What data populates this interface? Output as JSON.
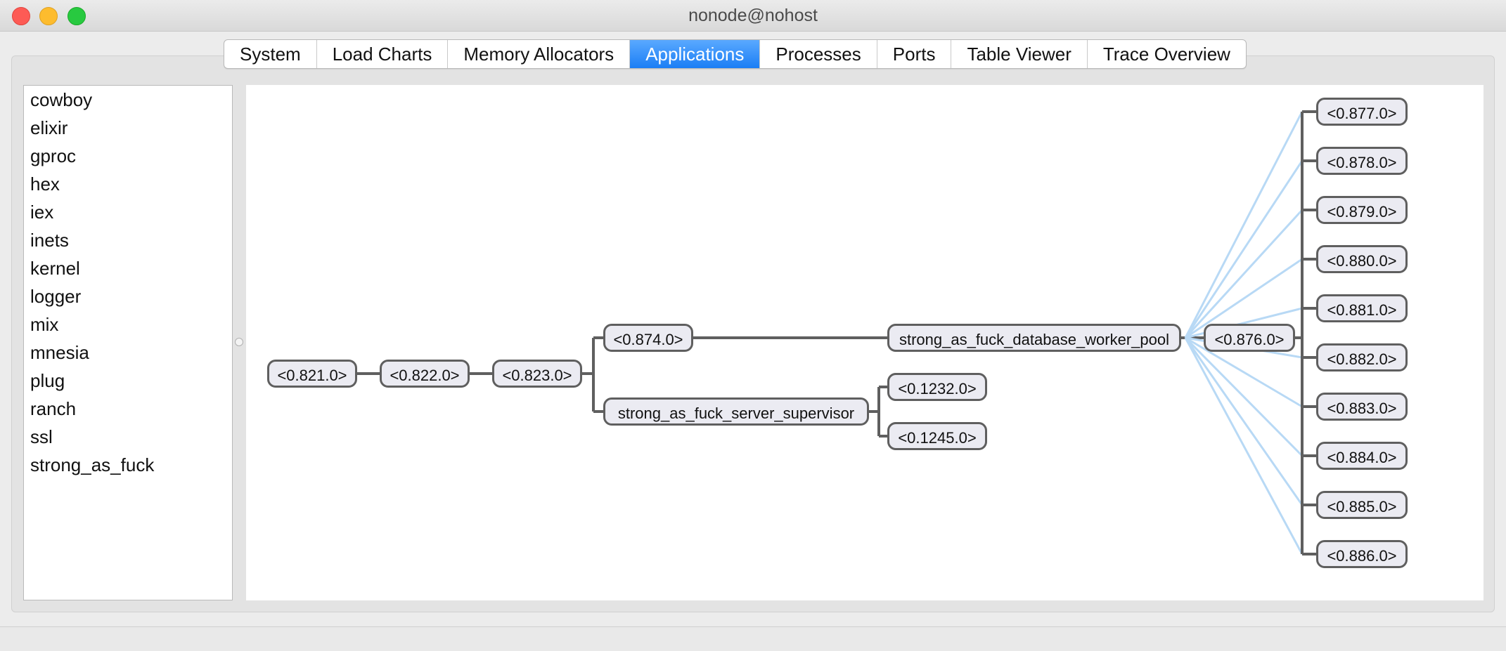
{
  "window": {
    "title": "nonode@nohost"
  },
  "tabs": [
    {
      "label": "System",
      "active": false
    },
    {
      "label": "Load Charts",
      "active": false
    },
    {
      "label": "Memory Allocators",
      "active": false
    },
    {
      "label": "Applications",
      "active": true
    },
    {
      "label": "Processes",
      "active": false
    },
    {
      "label": "Ports",
      "active": false
    },
    {
      "label": "Table Viewer",
      "active": false
    },
    {
      "label": "Trace Overview",
      "active": false
    }
  ],
  "applications": [
    "cowboy",
    "elixir",
    "gproc",
    "hex",
    "iex",
    "inets",
    "kernel",
    "logger",
    "mix",
    "mnesia",
    "plug",
    "ranch",
    "ssl",
    "strong_as_fuck"
  ],
  "tree": {
    "chain": [
      "<0.821.0>",
      "<0.822.0>",
      "<0.823.0>"
    ],
    "pid_874": "<0.874.0>",
    "server_supervisor": "strong_as_fuck_server_supervisor",
    "supervisor_children": [
      "<0.1232.0>",
      "<0.1245.0>"
    ],
    "worker_pool": "strong_as_fuck_database_worker_pool",
    "pool_pid": "<0.876.0>",
    "workers": [
      "<0.877.0>",
      "<0.878.0>",
      "<0.879.0>",
      "<0.880.0>",
      "<0.881.0>",
      "<0.882.0>",
      "<0.883.0>",
      "<0.884.0>",
      "<0.885.0>",
      "<0.886.0>"
    ]
  },
  "colors": {
    "tab_active": "#1b7ef5",
    "node_fill": "#ebebf2",
    "node_border": "#5f5f5f",
    "link_line": "#5f5f5f",
    "worker_link": "#b8d9f5"
  }
}
